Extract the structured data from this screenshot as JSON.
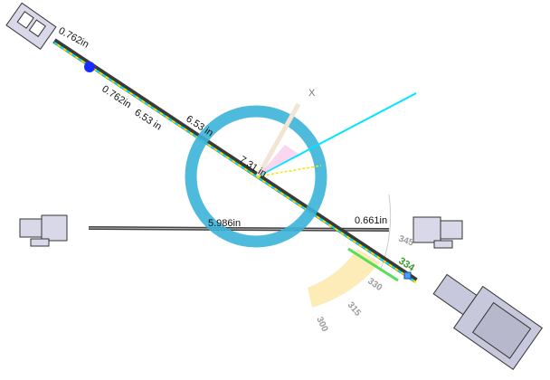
{
  "dimensions": {
    "top_connector": "0.762in",
    "top_connector_b": "0.762in",
    "segment_1": "6.53 in",
    "segment_1b": "6.53 in",
    "segment_2": "7.31 in",
    "straight_wire": "5.986in",
    "right_end": "0.661in"
  },
  "triad": {
    "x_label": "X"
  },
  "protractor": {
    "ticks": [
      "345",
      "330",
      "315",
      "300"
    ],
    "current_angle": "334"
  },
  "colors": {
    "ring": "#3cb4d8",
    "guide": "#00e5ff",
    "wire_yellow": "#f2e600",
    "arc_fill": "#fde6a6",
    "active": "#3a9a2a"
  }
}
